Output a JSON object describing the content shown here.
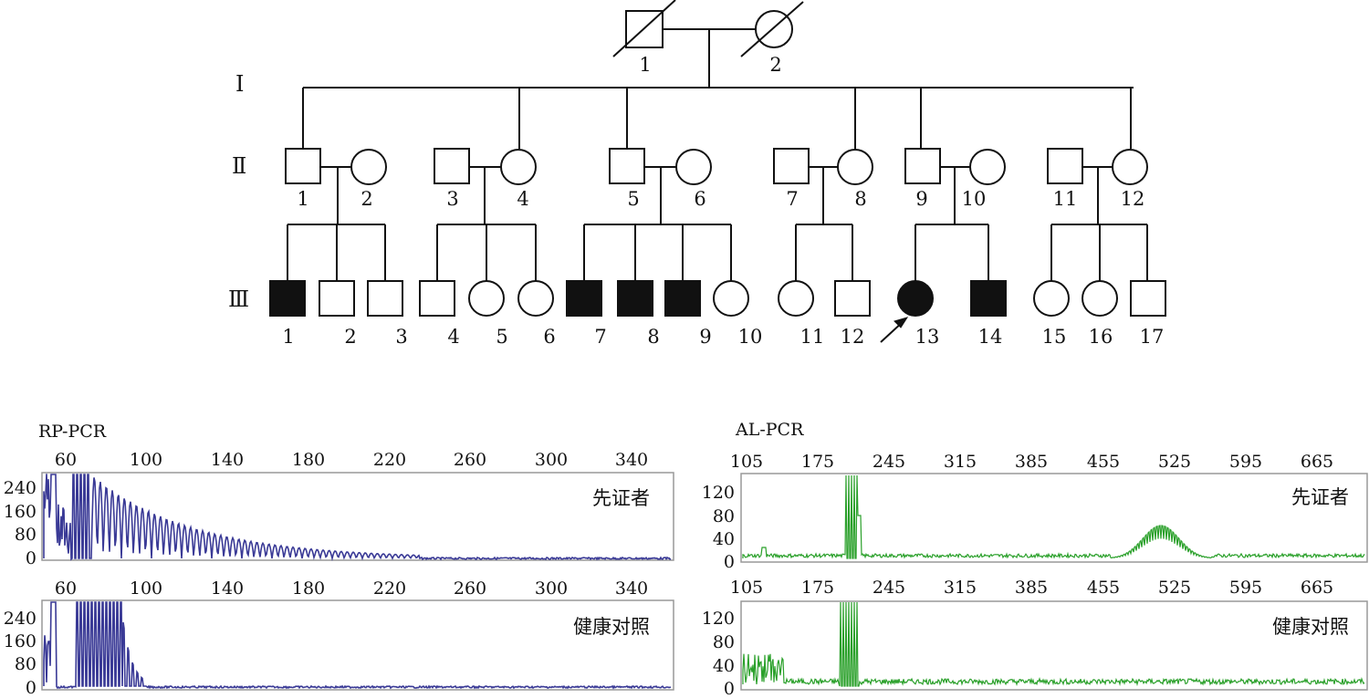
{
  "pedigree": {
    "generations": [
      "Ⅰ",
      "Ⅱ",
      "Ⅲ"
    ],
    "gen1": [
      {
        "id": "1",
        "sex": "male",
        "deceased": true
      },
      {
        "id": "2",
        "sex": "female",
        "deceased": true
      }
    ],
    "gen2": [
      {
        "id": "1",
        "sex": "male"
      },
      {
        "id": "2",
        "sex": "female"
      },
      {
        "id": "3",
        "sex": "male"
      },
      {
        "id": "4",
        "sex": "female"
      },
      {
        "id": "5",
        "sex": "male"
      },
      {
        "id": "6",
        "sex": "female"
      },
      {
        "id": "7",
        "sex": "male"
      },
      {
        "id": "8",
        "sex": "female"
      },
      {
        "id": "9",
        "sex": "male"
      },
      {
        "id": "10",
        "sex": "female"
      },
      {
        "id": "11",
        "sex": "male"
      },
      {
        "id": "12",
        "sex": "female"
      }
    ],
    "gen3": [
      {
        "id": "1",
        "sex": "male",
        "affected": true
      },
      {
        "id": "2",
        "sex": "male"
      },
      {
        "id": "3",
        "sex": "male"
      },
      {
        "id": "4",
        "sex": "male"
      },
      {
        "id": "5",
        "sex": "female"
      },
      {
        "id": "6",
        "sex": "female"
      },
      {
        "id": "7",
        "sex": "male",
        "affected": true
      },
      {
        "id": "8",
        "sex": "male",
        "affected": true
      },
      {
        "id": "9",
        "sex": "male",
        "affected": true
      },
      {
        "id": "10",
        "sex": "female"
      },
      {
        "id": "11",
        "sex": "female"
      },
      {
        "id": "12",
        "sex": "male"
      },
      {
        "id": "13",
        "sex": "female",
        "affected": true,
        "proband": true
      },
      {
        "id": "14",
        "sex": "male",
        "affected": true
      },
      {
        "id": "15",
        "sex": "female"
      },
      {
        "id": "16",
        "sex": "female"
      },
      {
        "id": "17",
        "sex": "male"
      }
    ]
  },
  "panels": {
    "rp_title": "RP-PCR",
    "al_title": "AL-PCR",
    "rp_xticks": [
      "60",
      "100",
      "140",
      "180",
      "220",
      "260",
      "300",
      "340"
    ],
    "rp_yticks": [
      "240",
      "160",
      "80",
      "0"
    ],
    "al_xticks": [
      "105",
      "175",
      "245",
      "315",
      "385",
      "455",
      "525",
      "595",
      "665"
    ],
    "al_yticks": [
      "120",
      "80",
      "40",
      "0"
    ],
    "proband_label": "先证者",
    "control_label": "健康对照",
    "colors": {
      "rp": "#3a3a96",
      "al": "#2aa02a",
      "frame": "#888888",
      "line": "#111111"
    }
  }
}
